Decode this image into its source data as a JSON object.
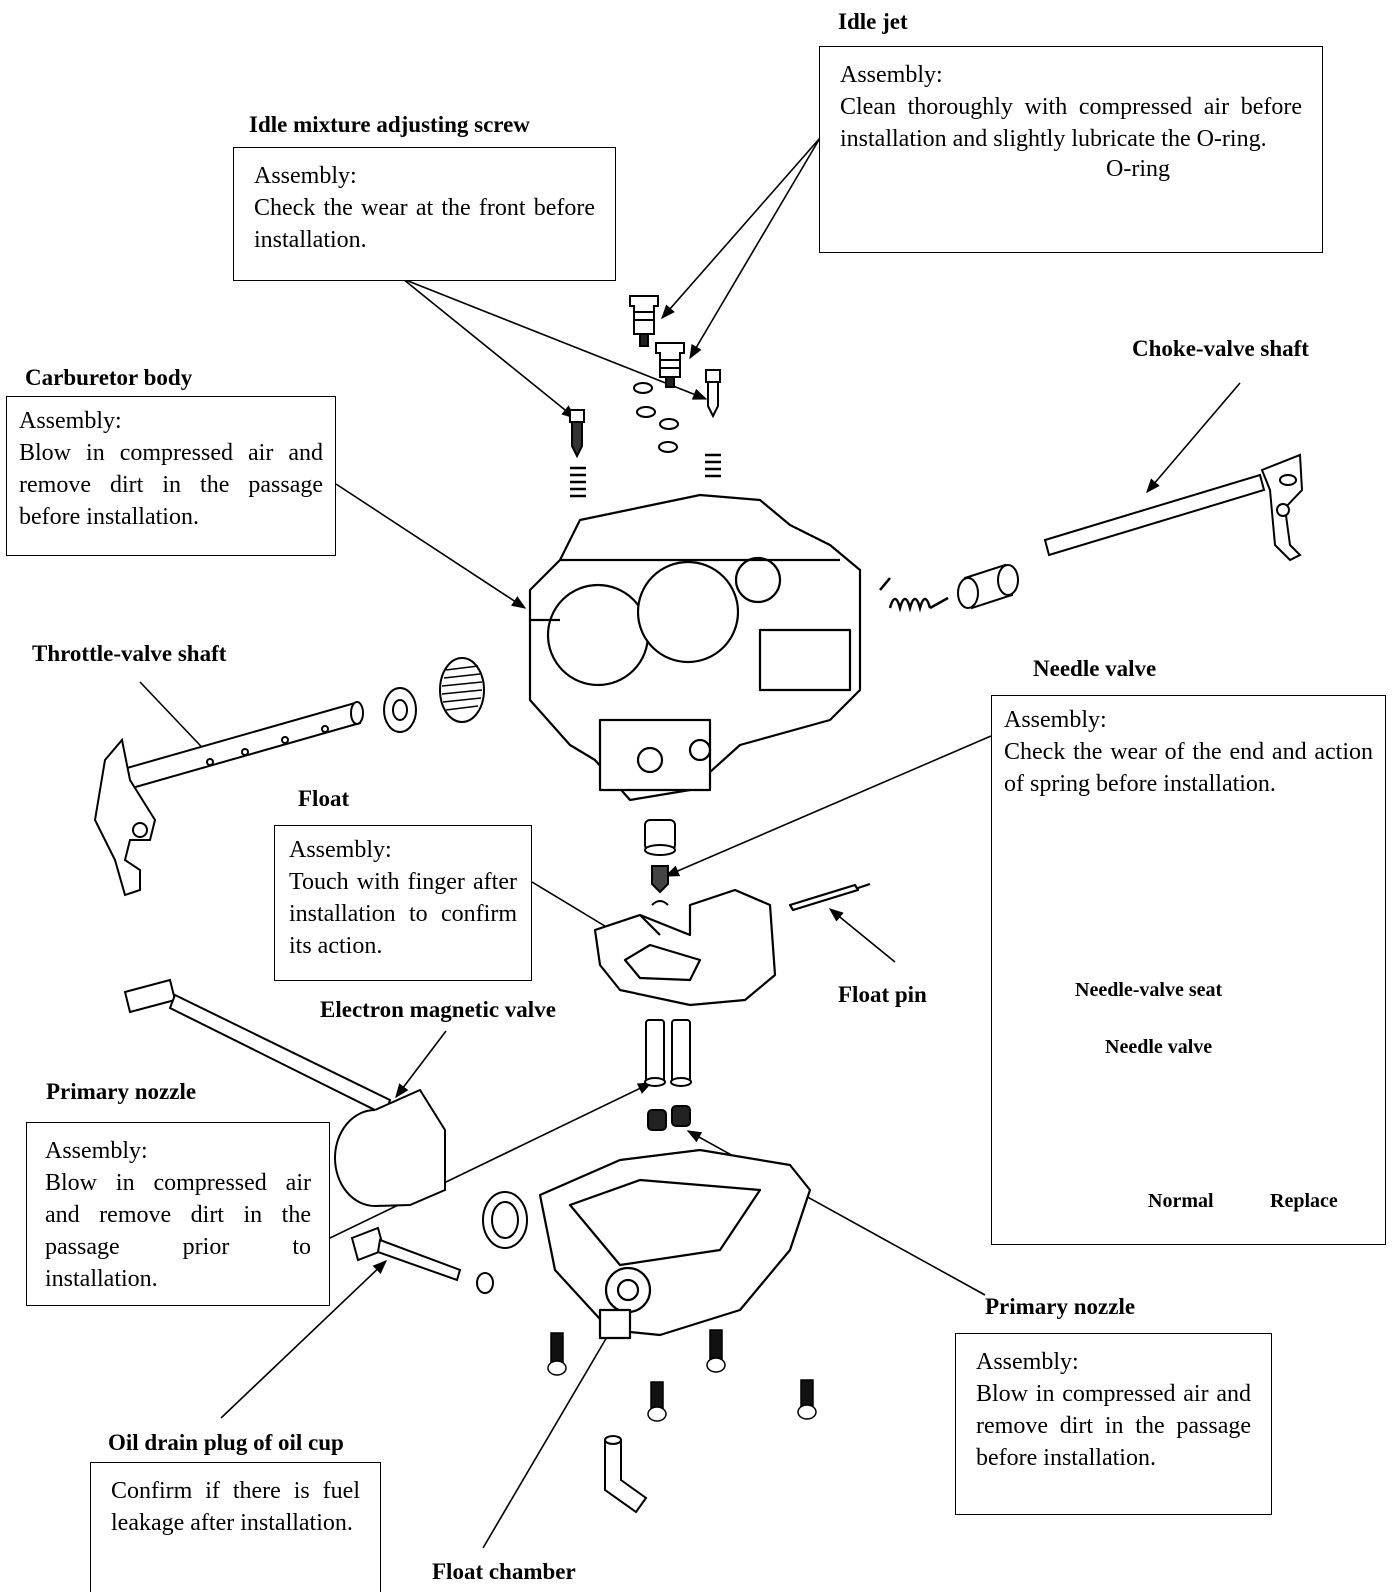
{
  "labels": {
    "idle_jet": "Idle jet",
    "idle_mixture_screw": "Idle mixture adjusting screw",
    "choke_valve_shaft": "Choke-valve shaft",
    "carburetor_body": "Carburetor body",
    "throttle_valve_shaft": "Throttle-valve shaft",
    "needle_valve": "Needle valve",
    "float": "Float",
    "float_pin": "Float pin",
    "electron_magnetic_valve": "Electron magnetic valve",
    "primary_nozzle_left": "Primary nozzle",
    "primary_nozzle_right": "Primary nozzle",
    "oil_drain_plug": "Oil drain plug of oil cup",
    "float_chamber": "Float chamber"
  },
  "notes": {
    "idle_jet": {
      "heading": "Assembly:",
      "body": "Clean thoroughly with compressed air before installation and slightly lubricate the O-ring.",
      "oring_label": "O-ring"
    },
    "idle_mixture_screw": {
      "heading": "Assembly:",
      "body": "Check the wear at the front before installation."
    },
    "carburetor_body": {
      "heading": "Assembly:",
      "body": "Blow in compressed air and remove dirt in the passage before installation."
    },
    "needle_valve": {
      "heading": "Assembly:",
      "body": "Check the wear of the end and action of spring before installation.",
      "seat_label": "Needle-valve seat",
      "valve_label": "Needle valve",
      "normal_label": "Normal",
      "replace_label": "Replace"
    },
    "float": {
      "heading": "Assembly:",
      "body": "Touch with finger after installation to confirm its action."
    },
    "primary_nozzle_left": {
      "heading": "Assembly:",
      "body": "Blow in compressed air and remove dirt in the passage prior to installation."
    },
    "primary_nozzle_right": {
      "heading": "Assembly:",
      "body": "Blow in compressed air and remove dirt in the passage before installation."
    },
    "oil_drain_plug": {
      "body": "Confirm if there is fuel leakage after installation."
    }
  }
}
